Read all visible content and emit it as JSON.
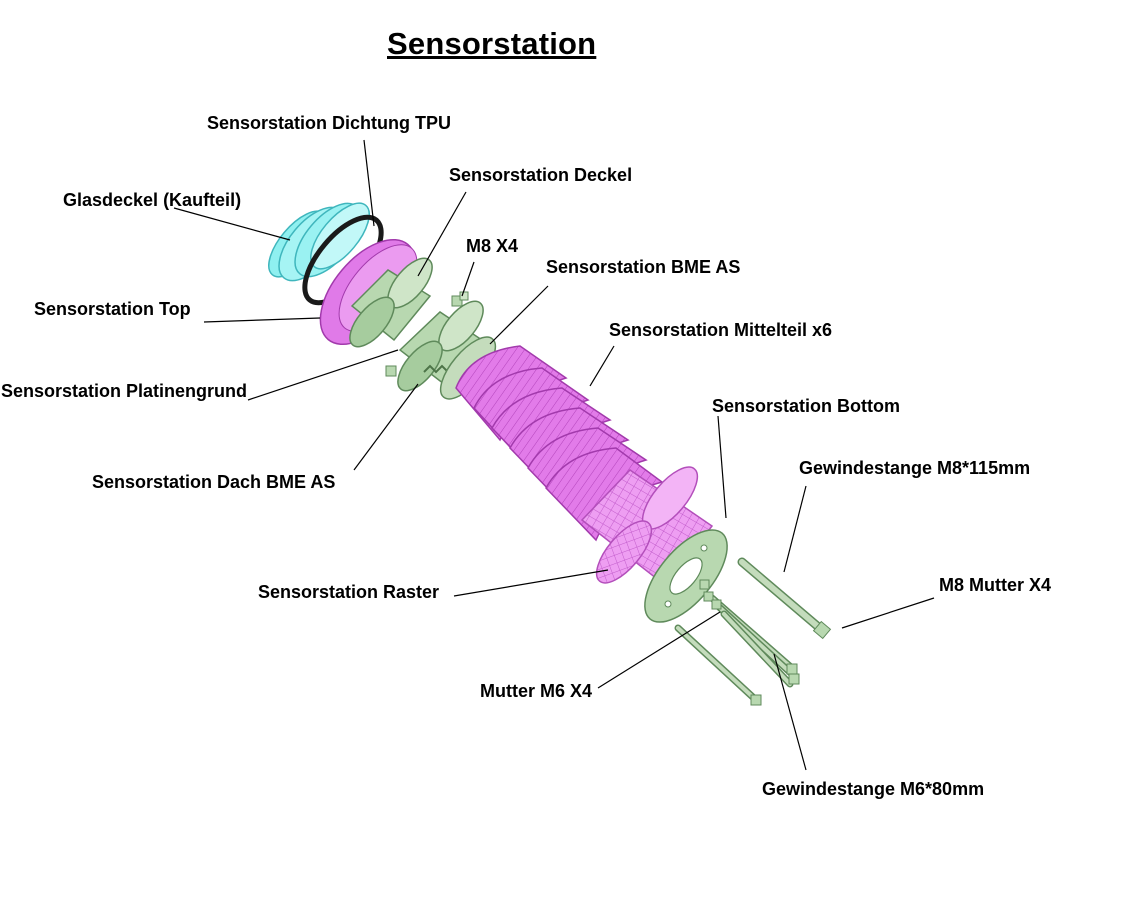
{
  "title": "Sensorstation",
  "labels": {
    "dichtung": "Sensorstation Dichtung TPU",
    "deckel": "Sensorstation Deckel",
    "glasdeckel": "Glasdeckel (Kaufteil)",
    "m8x4": "M8 X4",
    "bme_as": "Sensorstation BME AS",
    "top": "Sensorstation Top",
    "mittelteil": "Sensorstation Mittelteil x6",
    "platinengrund": "Sensorstation Platinengrund",
    "bottom": "Sensorstation Bottom",
    "dach_bme": "Sensorstation Dach BME AS",
    "gewinde_m8": "Gewindestange M8*115mm",
    "m8_mutter": "M8 Mutter X4",
    "raster": "Sensorstation Raster",
    "mutter_m6": "Mutter M6 X4",
    "gewinde_m6": "Gewindestange M6*80mm"
  },
  "colors": {
    "magenta": "#e07ae8",
    "magenta_dark": "#a23aac",
    "cyan": "#8ff0f0",
    "cyan_dark": "#3fb6bd",
    "green": "#b8d8b0",
    "green_dark": "#5f8a5b",
    "gasket": "#1a1a1a"
  }
}
